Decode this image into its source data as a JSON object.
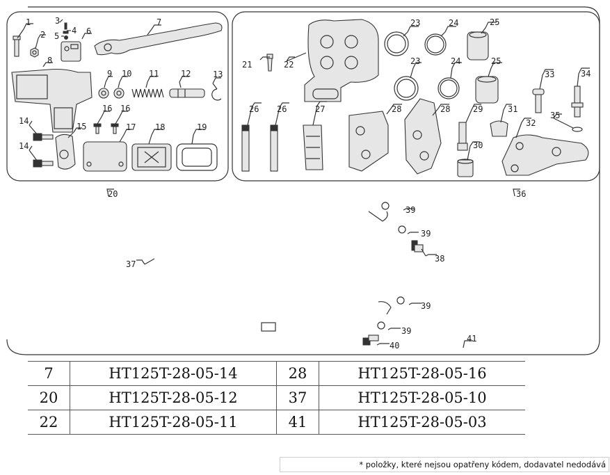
{
  "labels": {
    "l1": "1",
    "l2": "2",
    "l3": "3",
    "l4": "4",
    "l5": "5",
    "l6": "6",
    "l7": "7",
    "l8": "8",
    "l9": "9",
    "l10": "10",
    "l11": "11",
    "l12": "12",
    "l13": "13",
    "l14a": "14",
    "l14b": "14",
    "l15": "15",
    "l16a": "16",
    "l16b": "16",
    "l17": "17",
    "l18": "18",
    "l19": "19",
    "l20": "20",
    "l21": "21",
    "l22": "22",
    "l23a": "23",
    "l23b": "23",
    "l24a": "24",
    "l24b": "24",
    "l25a": "25",
    "l25b": "25",
    "l26a": "26",
    "l26b": "26",
    "l27": "27",
    "l28a": "28",
    "l28b": "28",
    "l29": "29",
    "l30": "30",
    "l31": "31",
    "l32": "32",
    "l33": "33",
    "l34": "34",
    "l35": "35",
    "l36": "36",
    "l37": "37",
    "l38": "38",
    "l39a": "39",
    "l39b": "39",
    "l39c": "39",
    "l39d": "39",
    "l40": "40",
    "l41": "41"
  },
  "table": {
    "rows": [
      {
        "left_num": "7",
        "left_code": "HT125T-28-05-14",
        "right_num": "28",
        "right_code": "HT125T-28-05-16"
      },
      {
        "left_num": "20",
        "left_code": "HT125T-28-05-12",
        "right_num": "37",
        "right_code": "HT125T-28-05-10"
      },
      {
        "left_num": "22",
        "left_code": "HT125T-28-05-11",
        "right_num": "41",
        "right_code": "HT125T-28-05-03"
      }
    ]
  },
  "note": "* položky, které nejsou opatřeny kódem, dodavatel nedodává"
}
